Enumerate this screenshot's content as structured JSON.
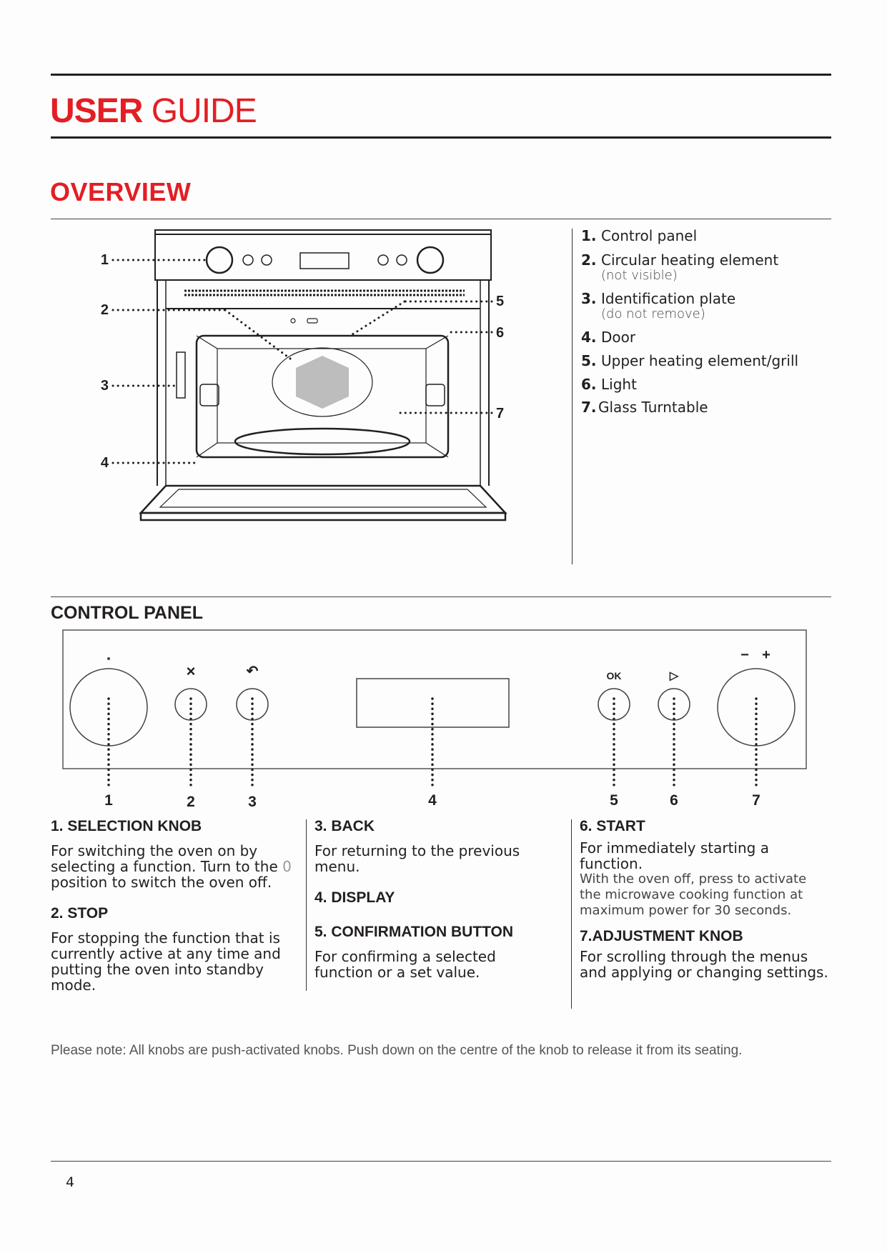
{
  "header": {
    "title_bold": "USER",
    "title_light": "GUIDE",
    "accent_color": "#e31e24"
  },
  "overview": {
    "heading": "OVERVIEW",
    "diagram_callouts": [
      "1",
      "2",
      "3",
      "4",
      "5",
      "6",
      "7"
    ],
    "legend": [
      {
        "num": "1.",
        "label": "Control panel",
        "sub": ""
      },
      {
        "num": "2.",
        "label": "Circular heating element",
        "sub": "(not visible)"
      },
      {
        "num": "3.",
        "label": "Identification plate",
        "sub": "(do not remove)"
      },
      {
        "num": "4.",
        "label": "Door",
        "sub": ""
      },
      {
        "num": "5.",
        "label": "Upper heating element/grill",
        "sub": ""
      },
      {
        "num": "6.",
        "label": "Light",
        "sub": ""
      },
      {
        "num": "7.",
        "label": "Glass Turntable",
        "sub": ""
      }
    ]
  },
  "control_panel": {
    "heading": "CONTROL PANEL",
    "panel_symbols": {
      "stop": "×",
      "back": "↶",
      "ok": "OK",
      "start": "▷",
      "minus": "−",
      "plus": "+"
    },
    "callouts": [
      "1",
      "2",
      "3",
      "4",
      "5",
      "6",
      "7"
    ],
    "descriptions": {
      "selection_knob": {
        "title": "1. SELECTION KNOB",
        "text_before": "For switching the oven on by selecting a function. Turn to the ",
        "zero": "0",
        "text_after": " position to switch the oven off."
      },
      "stop": {
        "title": "2. STOP",
        "text": "For stopping the function that is currently active at any time and putting the oven into standby mode."
      },
      "back": {
        "title": "3. BACK",
        "text": "For returning to the previous menu."
      },
      "display": {
        "title": "4. DISPLAY"
      },
      "confirmation": {
        "title": "5. CONFIRMATION BUTTON",
        "text": "For confirming a selected function or a set value."
      },
      "start": {
        "title": "6. START",
        "text": "For immediately starting a function.",
        "note": "With the oven off, press to activate the microwave cooking function at maximum power for 30 seconds."
      },
      "adjustment": {
        "title": "7.ADJUSTMENT KNOB",
        "text": "For scrolling through the menus and applying or changing settings."
      }
    }
  },
  "footer": {
    "note": "Please note: All knobs are push-activated knobs. Push down on the centre of the knob to release it from its seating.",
    "page_number": "4"
  }
}
